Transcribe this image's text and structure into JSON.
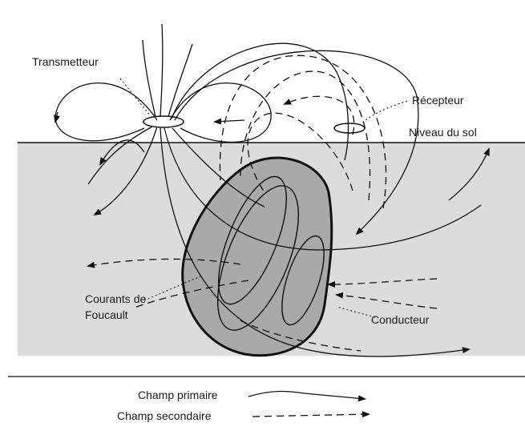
{
  "labels": {
    "transmitter": "Transmetteur",
    "receiver": "Récepteur",
    "ground_level": "Niveau du sol",
    "eddy_currents_line1": "Courants de",
    "eddy_currents_line2": "Foucault",
    "conductor": "Conducteur"
  },
  "legend": {
    "primary_field": "Champ primaire",
    "secondary_field": "Champ secondaire"
  },
  "colors": {
    "ground": "#dcdcdc",
    "conductor": "#a9a9a9",
    "lines": "#111111"
  }
}
